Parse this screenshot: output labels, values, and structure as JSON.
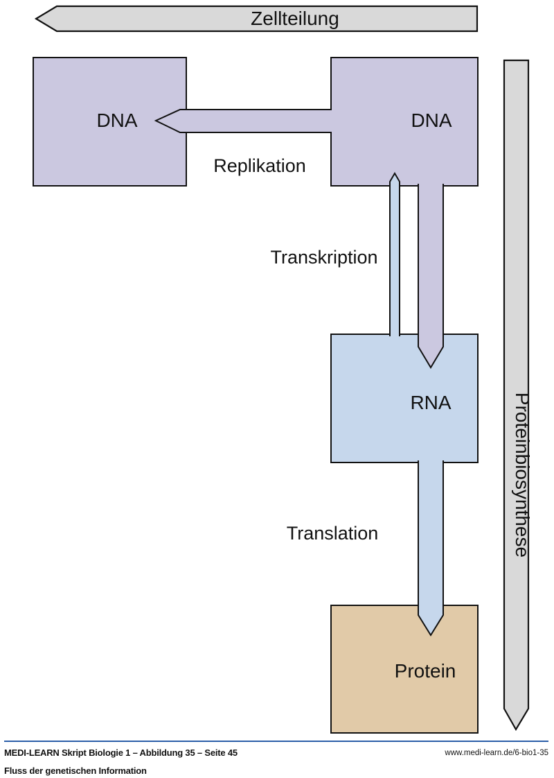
{
  "colors": {
    "dna": "#cbc8e0",
    "rna": "#c6d7ec",
    "protein": "#e1caa8",
    "process_arrow": "#d9d9d9",
    "outline": "#111111",
    "footer_rule": "#2a5ea8"
  },
  "arrows": {
    "cell_division": "Zellteilung",
    "protein_biosynthesis": "Proteinbiosynthese"
  },
  "boxes": {
    "dna_left": "DNA",
    "dna_right": "DNA",
    "rna": "RNA",
    "protein": "Protein"
  },
  "processes": {
    "replication": "Replikation",
    "transcription": "Transkription",
    "translation": "Translation"
  },
  "footer": {
    "source": "MEDI-LEARN Skript Biologie 1 – Abbildung 35 – Seite 45",
    "caption": "Fluss der genetischen Information",
    "url": "www.medi-learn.de/6-bio1-35"
  }
}
